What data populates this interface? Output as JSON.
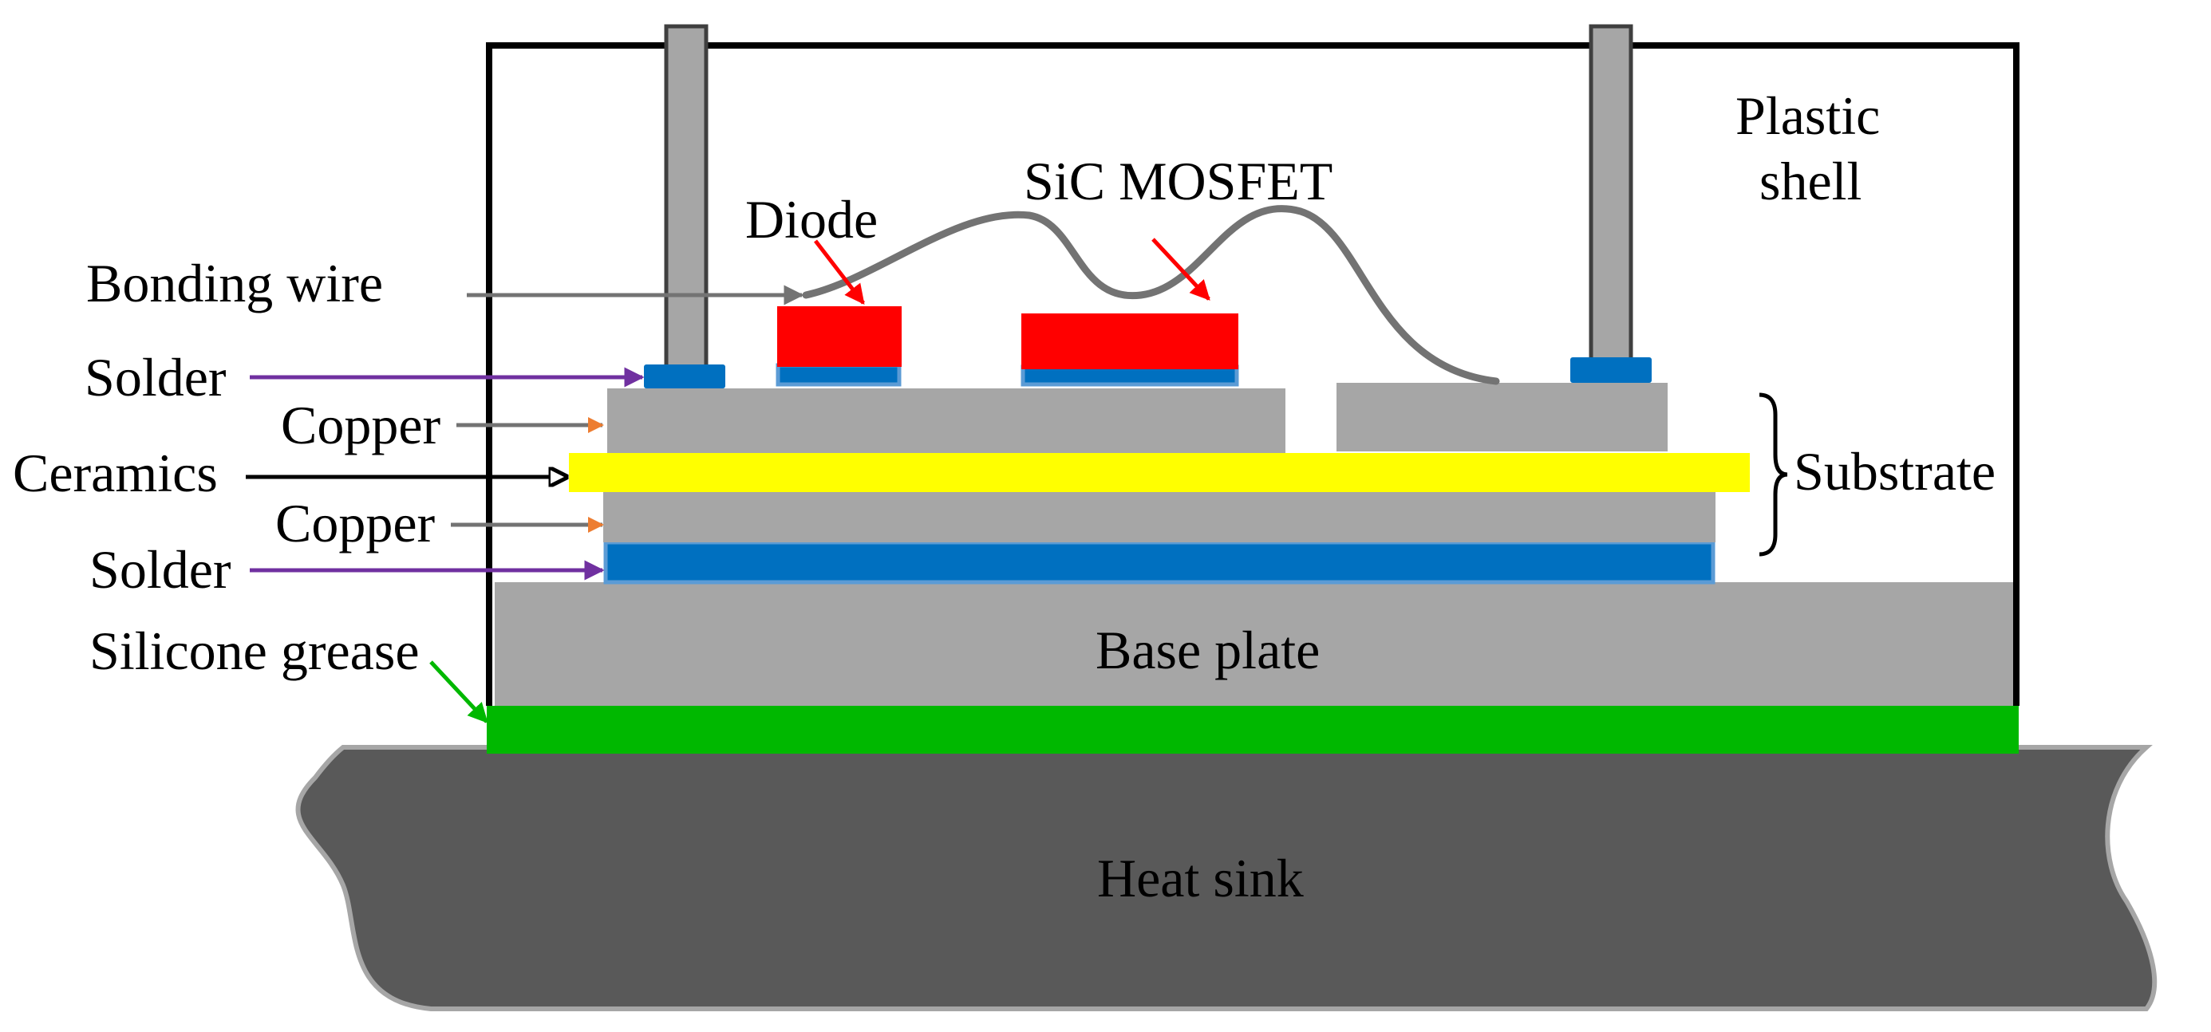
{
  "labels": {
    "plastic_shell_line1": "Plastic",
    "plastic_shell_line2": "shell",
    "sic_mosfet": "SiC MOSFET",
    "diode": "Diode",
    "bonding_wire": "Bonding wire",
    "solder_top": "Solder",
    "copper_top": "Copper",
    "ceramics": "Ceramics",
    "copper_bottom": "Copper",
    "solder_bottom": "Solder",
    "silicone_grease": "Silicone grease",
    "substrate": "Substrate",
    "base_plate": "Base plate",
    "heat_sink": "Heat sink"
  },
  "colors": {
    "shell_outline": "#000000",
    "terminal": "#a6a6a6",
    "terminal_outline": "#3f3f3f",
    "solder": "#0070c0",
    "solder_edge": "#5b9bd5",
    "chip": "#ff0000",
    "copper": "#a6a6a6",
    "ceramics": "#ffff00",
    "base_plate": "#a6a6a6",
    "silicone_grease": "#00b800",
    "heat_sink": "#595959",
    "heat_sink_outline": "#a6a6a6",
    "bonding_wire": "#737373",
    "arrow_gray": "#737373",
    "arrow_purple": "#7030a0",
    "arrow_black": "#000000",
    "arrow_green": "#00b800",
    "arrow_red": "#ff0000",
    "arrow_head_orange": "#ed7d31"
  }
}
